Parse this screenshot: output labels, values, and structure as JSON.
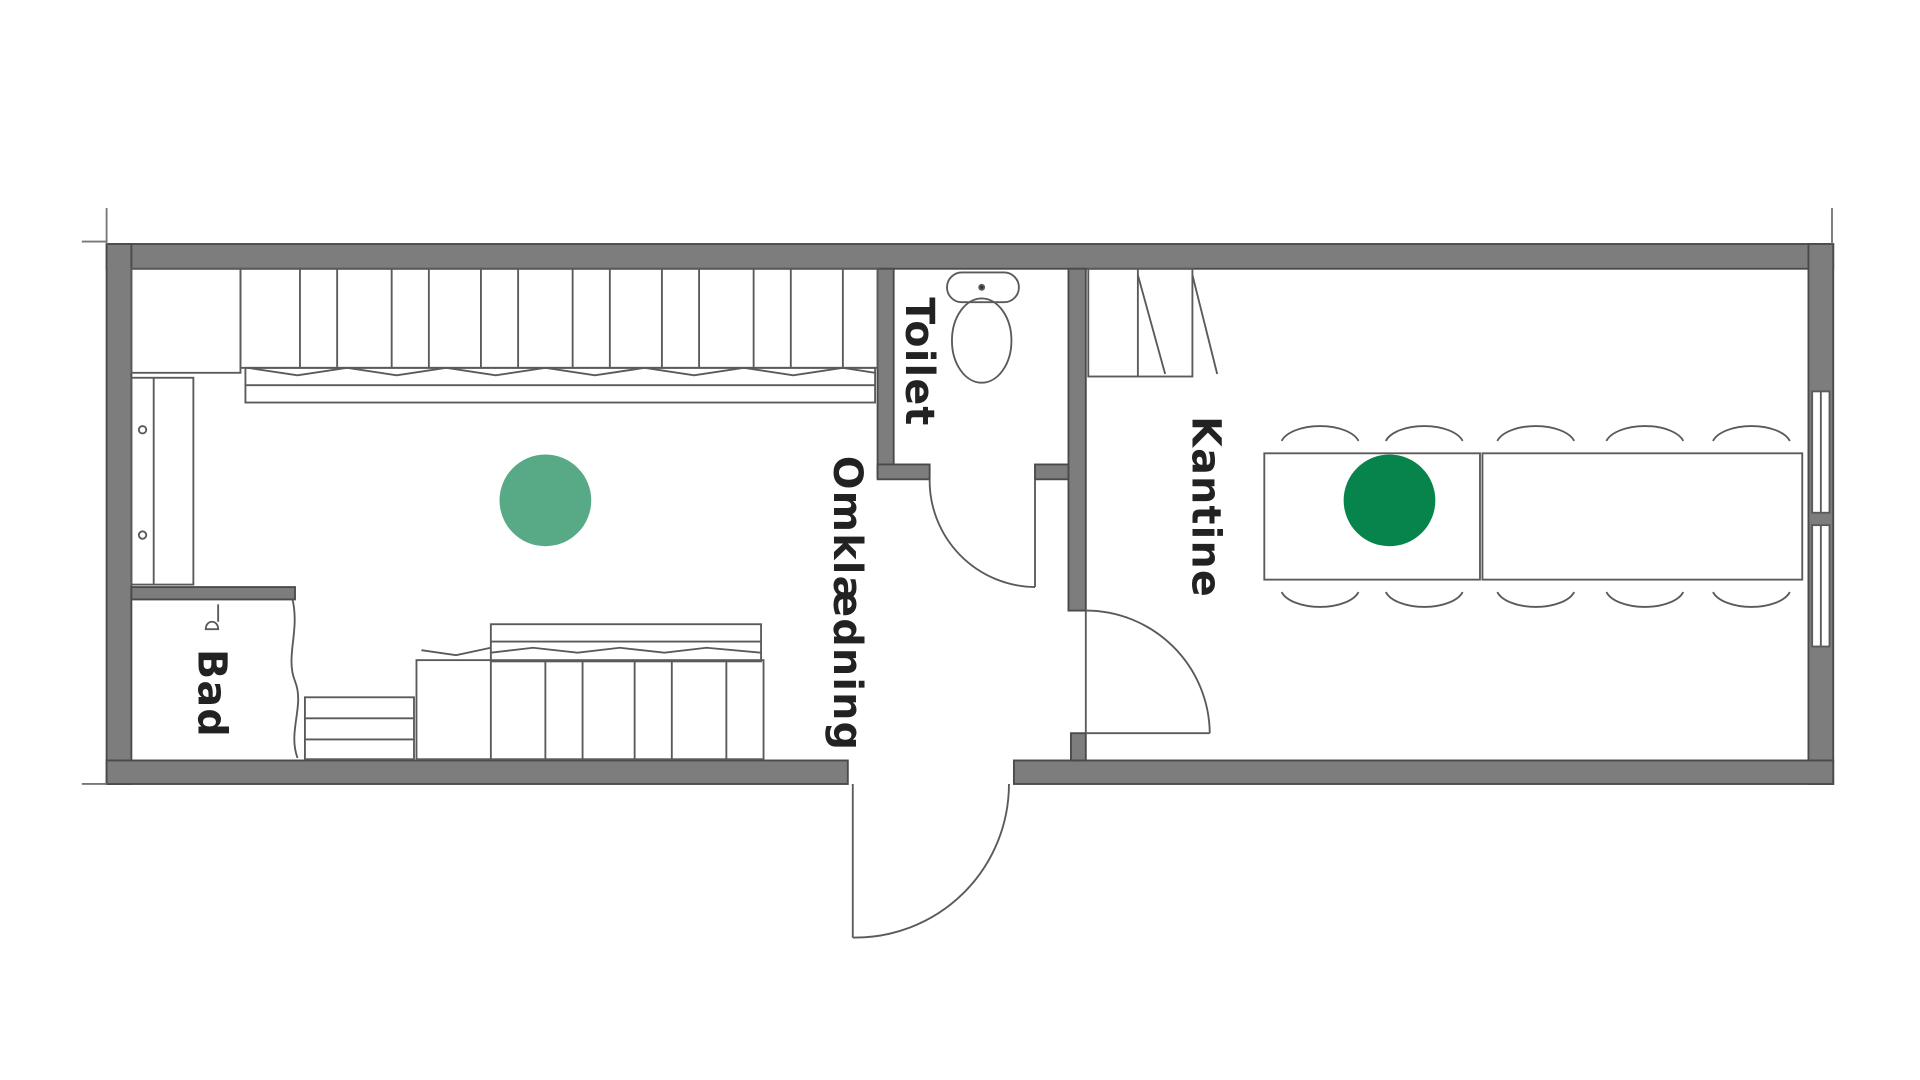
{
  "rooms": {
    "toilet": "Toilet",
    "omklaedning": "Omklædning",
    "kantine": "Kantine",
    "bad": "Bad"
  },
  "hotspots": {
    "omklaedning_color": "#58aa86",
    "kantine_color": "#07844b"
  },
  "colors": {
    "wall": "#7d7d7d",
    "wall_edge": "#4a4a4a",
    "line": "#5a5a5a"
  }
}
